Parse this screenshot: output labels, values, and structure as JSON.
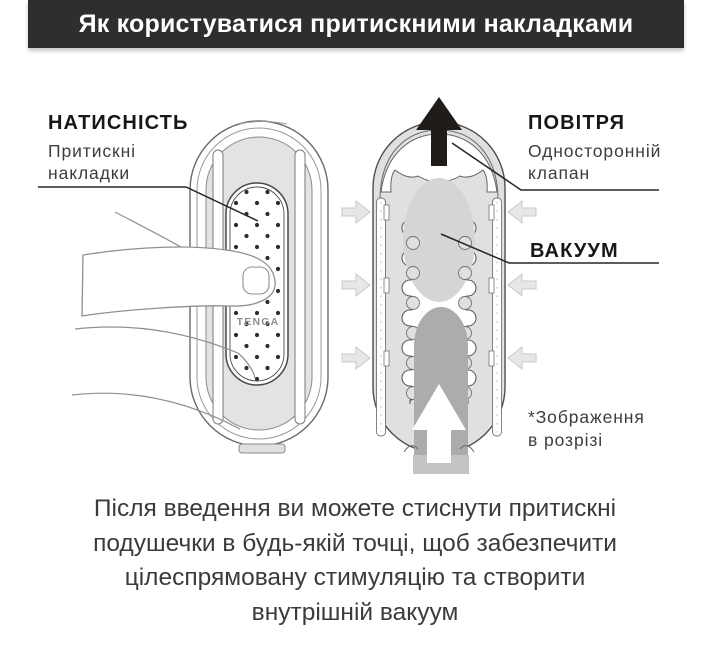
{
  "header": {
    "title": "Як користуватися притискними накладками"
  },
  "labels": {
    "pressure": {
      "title": "НАТИСНІСТЬ",
      "sub1": "Притискні",
      "sub2": "накладки"
    },
    "air": {
      "title": "ПОВІТРЯ",
      "sub1": "Односторонній",
      "sub2": "клапан"
    },
    "vacuum": {
      "title": "ВАКУУМ"
    },
    "note": {
      "line1": "*Зображення",
      "line2": "в розрізі"
    }
  },
  "device": {
    "brand": "TENGA"
  },
  "caption": {
    "lines": [
      "Після введення ви можете стиснути притискні",
      "подушечки в будь-якій точці, щоб забезпечити",
      "цілеспрямовану стимуляцію та створити",
      "внутрішній вакуум"
    ]
  },
  "icons": {
    "air_flow": "up-arrow-solid",
    "press": "inward-arrow",
    "insertion": "up-arrow-outline"
  },
  "colors": {
    "header_bg": "#2f2e2d",
    "header_text": "#ffffff",
    "label_text": "#171717",
    "body_text": "#3b3b3b",
    "device_grey": "#e3e3e3",
    "cross_section_grey": "#e0e0e0",
    "vacuum_shade": "#d5d5d5",
    "shaft_grey": "#acacac",
    "air_arrow_dark": "#1f1c1a",
    "press_arrow_grey": "#e7e7e7"
  }
}
